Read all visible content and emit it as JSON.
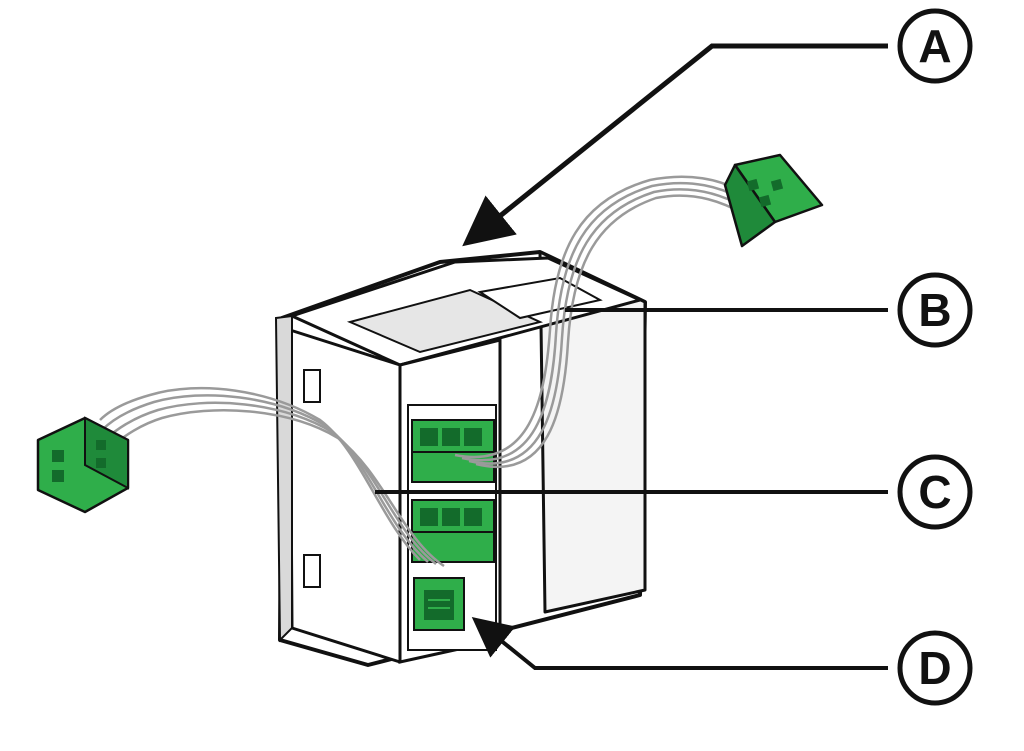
{
  "diagram": {
    "callouts": [
      {
        "id": "a",
        "label": "A"
      },
      {
        "id": "b",
        "label": "B"
      },
      {
        "id": "c",
        "label": "C"
      },
      {
        "id": "d",
        "label": "D"
      }
    ]
  },
  "colors": {
    "connector_green": "#2fae4a",
    "connector_dark": "#136b2b",
    "outline": "#111111",
    "body_fill": "#ffffff",
    "shadow_gray": "#cfcfcf",
    "wire": "#9a9a9a"
  }
}
